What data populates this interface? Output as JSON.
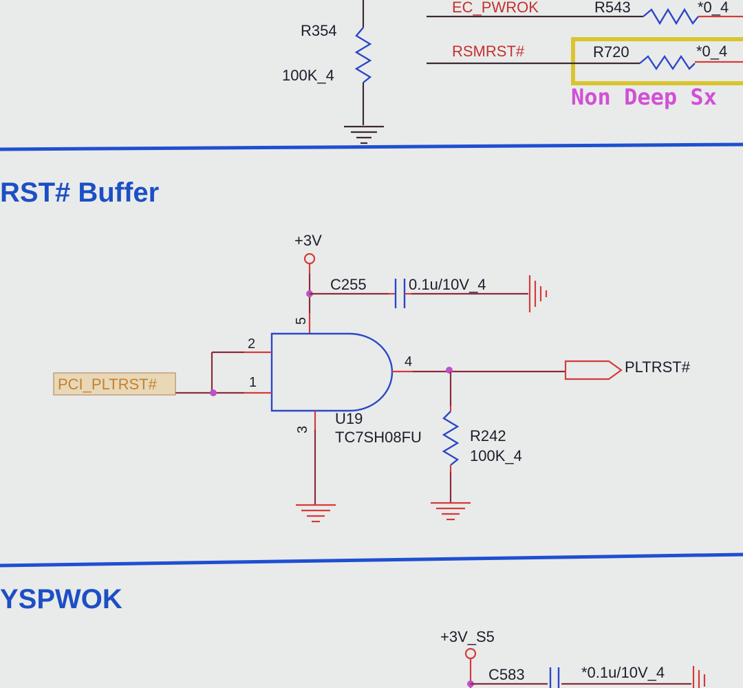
{
  "sections": {
    "rst_buffer_title": "RST# Buffer",
    "yspwok_title": "YSPWOK"
  },
  "top": {
    "net_ec_pwrok": "EC_PWROK",
    "net_rsmrst": "RSMRST#",
    "r543_ref": "R543",
    "r543_val": "*0_4",
    "r720_ref": "R720",
    "r720_val": "*0_4",
    "r354_ref": "R354",
    "r354_val": "100K_4",
    "note": "Non Deep Sx"
  },
  "buffer": {
    "power_label": "+3V",
    "c255_ref": "C255",
    "c255_val": "0.1u/10V_4",
    "input_net": "PCI_PLTRST#",
    "output_net": "PLTRST#",
    "u19_ref": "U19",
    "u19_part": "TC7SH08FU",
    "r242_ref": "R242",
    "r242_val": "100K_4",
    "pins": {
      "p1": "1",
      "p2": "2",
      "p3": "3",
      "p4": "4",
      "p5": "5"
    }
  },
  "bottom": {
    "power_label": "+3V_S5",
    "c583_ref": "C583",
    "c583_val": "*0.1u/10V_4"
  },
  "colors": {
    "section_header": "#1d4fc4",
    "wire": "#8a2a3a",
    "pin_stub": "#d43a3a",
    "component_body": "#2a47c8",
    "net_label": "#c4312f",
    "junction": "#c050c8",
    "highlight_box": "#d9c530",
    "note_text": "#d24fd6"
  }
}
